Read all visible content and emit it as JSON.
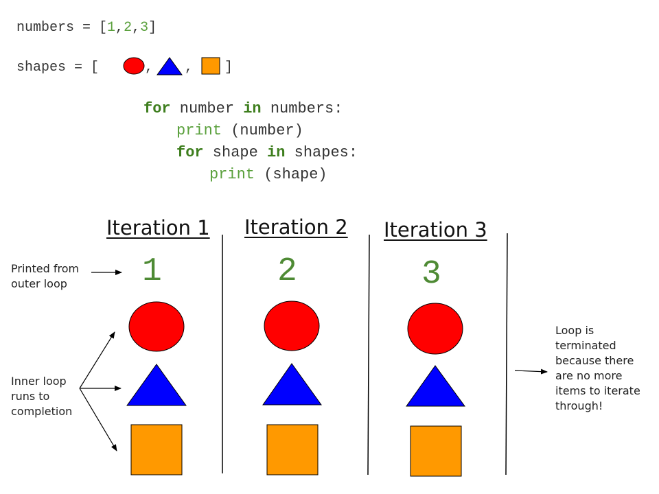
{
  "code": {
    "numbers_prefix": "numbers = [",
    "numbers_values": [
      "1",
      "2",
      "3"
    ],
    "comma": ",",
    "bracket_close": "]",
    "shapes_prefix": "shapes = [",
    "shapes_close": "]",
    "line1": {
      "kw1": "for",
      "a": " number ",
      "kw2": "in",
      "b": " numbers:"
    },
    "line2": {
      "fn": "print",
      "rest": " (number)"
    },
    "line3": {
      "kw1": "for",
      "a": " shape ",
      "kw2": "in",
      "b": " shapes:"
    },
    "line4": {
      "fn": "print",
      "rest": " (shape)"
    }
  },
  "iterations": [
    {
      "title": "Iteration 1",
      "number": "1"
    },
    {
      "title": "Iteration 2",
      "number": "2"
    },
    {
      "title": "Iteration 3",
      "number": "3"
    }
  ],
  "annotations": {
    "outer_loop": "Printed from outer loop",
    "inner_loop": "Inner loop runs to completion",
    "terminated": "Loop is terminated because there are no more items to iterate through!"
  },
  "colors": {
    "circle": "#ff0000",
    "triangle": "#0000ff",
    "square": "#ff9900"
  }
}
